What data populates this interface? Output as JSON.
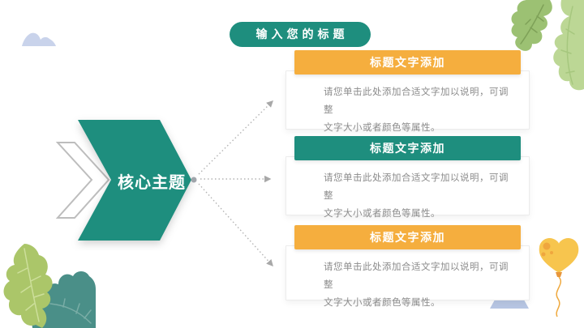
{
  "slide_title": {
    "text": "输入您的标题",
    "bg": "#1E8E7E"
  },
  "core_topic": {
    "text": "核心主题",
    "bg": "#1E8E7E"
  },
  "cards": [
    {
      "header": "标题文字添加",
      "header_bg": "#F5AE3E",
      "body": "请您单击此处添加合适文字加以说明，可调整\n文字大小或者颜色等属性。"
    },
    {
      "header": "标题文字添加",
      "header_bg": "#1E8E7E",
      "body": "请您单击此处添加合适文字加以说明，可调整\n文字大小或者颜色等属性。"
    },
    {
      "header": "标题文字添加",
      "header_bg": "#F5AE3E",
      "body": "请您单击此处添加合适文字加以说明，可调整\n文字大小或者颜色等属性。"
    }
  ],
  "colors": {
    "teal": "#1E8E7E",
    "orange": "#F5AE3E",
    "body_text": "#8C8C8C",
    "connector_gray": "#B3B3B3",
    "chevron_outline": "#BDBDBD",
    "cloud_blue": "#C9D3EB",
    "trapezoid_blue": "#B7C6E3",
    "leaf_dark_green": "#9CC173",
    "leaf_light_green": "#BCD795",
    "leaf_lime": "#ABC669",
    "leaf_teal": "#4A8F88",
    "balloon_yellow": "#F7C54E",
    "balloon_accent": "#EDA03C"
  }
}
